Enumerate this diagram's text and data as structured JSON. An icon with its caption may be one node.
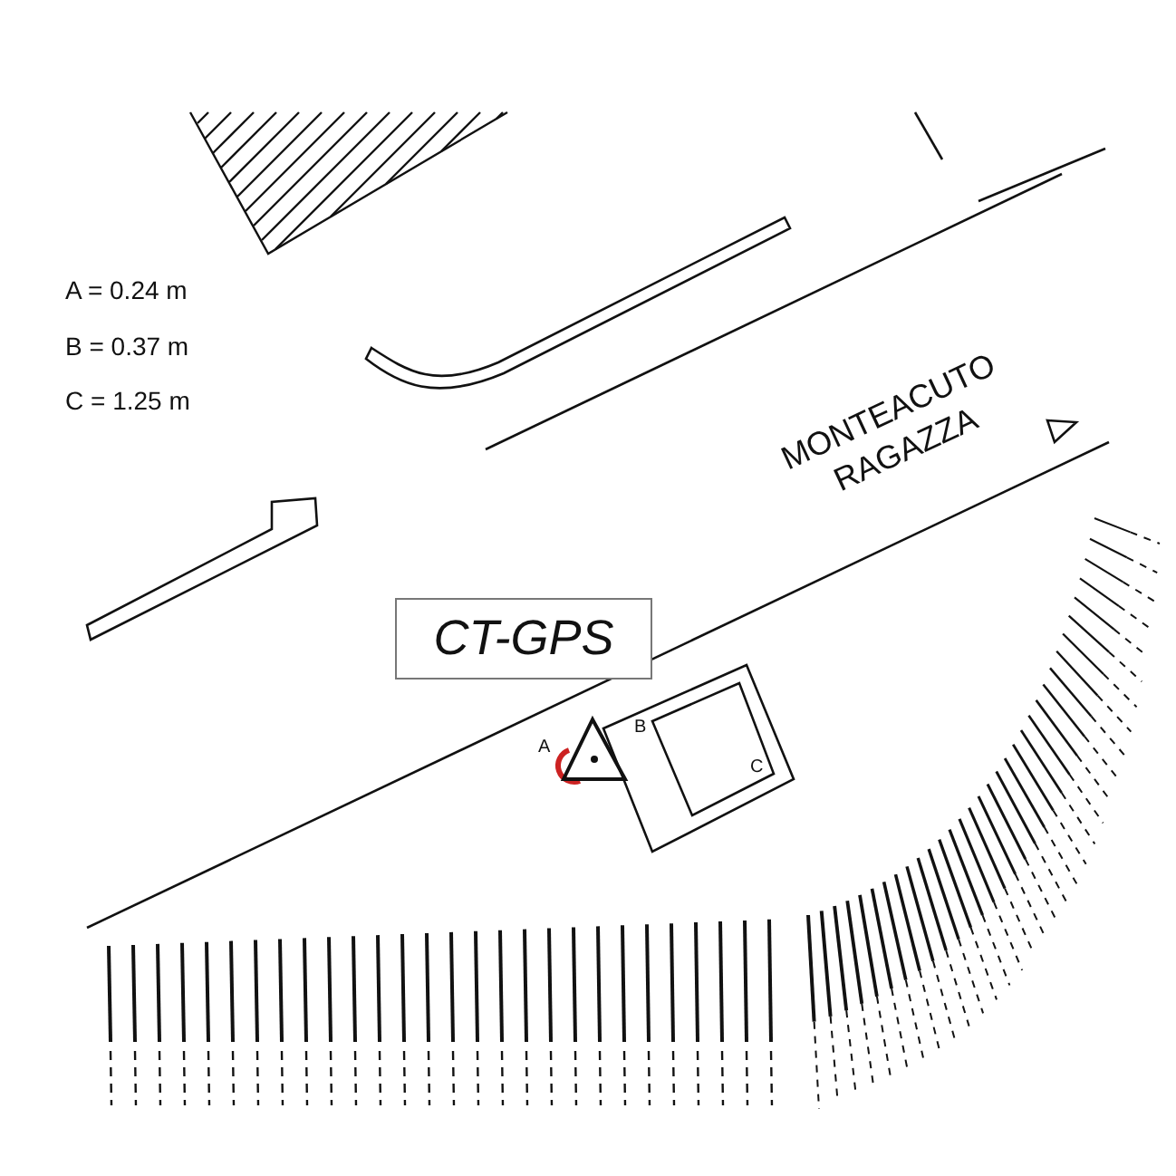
{
  "diagram": {
    "nodes": [
      {
        "text": [
          "CT-GPS"
        ]
      }
    ],
    "labels": [
      "A = 0.24 m",
      "B = 0.37 m",
      "C = 1.25 m",
      "MONTEACUTO RAGAZZA",
      "A",
      "B",
      "C"
    ]
  }
}
